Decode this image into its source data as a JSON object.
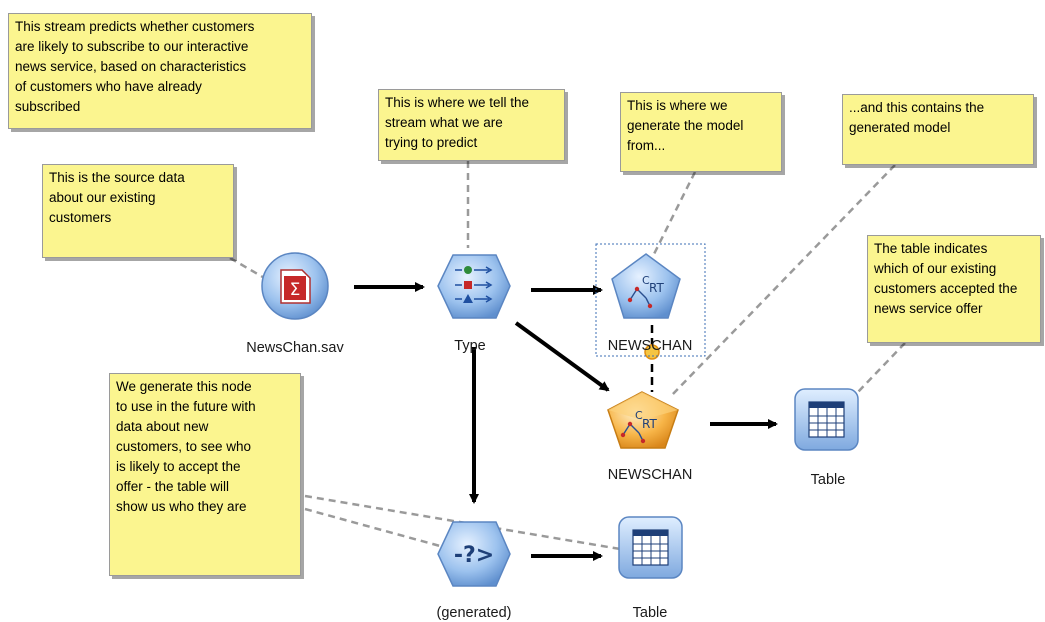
{
  "nodes": {
    "source": "NewsChan.sav",
    "type": "Type",
    "model_builder": "NEWSCHAN",
    "model_nugget": "NEWSCHAN",
    "table_right": "Table",
    "generated": "(generated)",
    "table_bottom": "Table"
  },
  "node_icon_text": {
    "crt": "C",
    "crt_sub": "RT",
    "generated": "-?>"
  },
  "comments": {
    "stream_purpose": "This stream predicts whether customers\nare likely to subscribe to our interactive\nnews service, based on characteristics\nof customers who have already\nsubscribed",
    "type_note": "This is where we tell the\nstream what we are\ntrying to predict",
    "model_note": "This is where we\ngenerate the model\nfrom...",
    "nugget_note": "...and this contains the\ngenerated model",
    "source_note": "This is the source data\nabout our existing\ncustomers",
    "table_note": "The table indicates\nwhich of our existing\ncustomers accepted the\nnews service offer",
    "generated_note": "We generate this node\nto use in the future with\ndata about new\ncustomers, to see who\nis likely to accept the\noffer - the table will\nshow us who they are"
  },
  "colors": {
    "note_fill": "#fbf58f",
    "node_blue": "#8db8e8",
    "nugget_orange": "#f5a623",
    "connector": "#9a9a9a",
    "arrow": "#000000"
  }
}
